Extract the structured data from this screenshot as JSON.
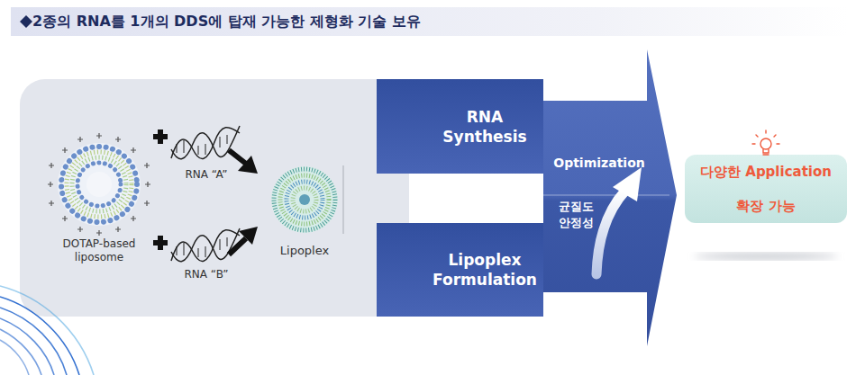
{
  "diagram": {
    "title": "2종의 RNA를 1개의 DDS에 탑재 가능한 제형화 기술 보유",
    "nodes": [
      {
        "text": [
          "RNA Synthesis"
        ]
      },
      {
        "text": [
          "Lipoplex Formulation"
        ]
      },
      {
        "text": [
          "Optimization",
          "균질도 안정성"
        ]
      },
      {
        "text": [
          "다양한 Application 확장 가능"
        ]
      }
    ],
    "labels": [
      "DOTAP-based liposome",
      "RNA “A”",
      "RNA “B”",
      "Lipoplex"
    ]
  }
}
